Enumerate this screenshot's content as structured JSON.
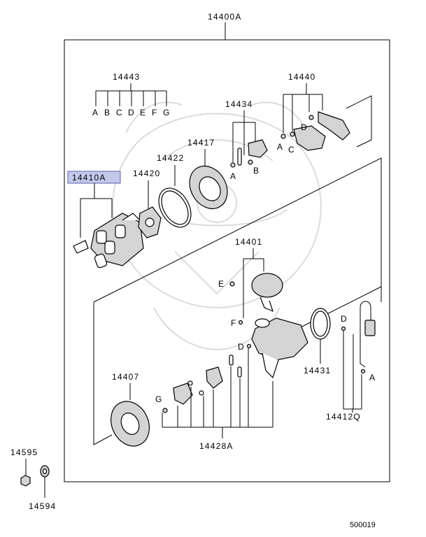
{
  "part_labels": {
    "assembly": "14400A",
    "cap_set": "14443",
    "cap_letters": [
      "A",
      "B",
      "C",
      "D",
      "E",
      "F",
      "G"
    ],
    "cap_highlight": "14410A",
    "rotor": "14420",
    "seal": "14422",
    "cover": "14417",
    "bracket_set": "14434",
    "bracket_letters": [
      "A",
      "B"
    ],
    "housing_set": "14440",
    "housing_letters": [
      "A",
      "C",
      "D"
    ],
    "vacuum_unit": "14401",
    "vacuum_letters": [
      "E",
      "F"
    ],
    "shaft_letter": "D",
    "oring": "14431",
    "harness": "14412Q",
    "harness_letters": [
      "D",
      "A"
    ],
    "gear": "14407",
    "gear_letter": "G",
    "pin_set": "14428A",
    "nut": "14595",
    "washer": "14594"
  },
  "footer": {
    "diagram_code": "500019"
  },
  "colors": {
    "highlight": "#c4c9ea",
    "line": "#000000",
    "watermark": "#dcdcdc"
  }
}
